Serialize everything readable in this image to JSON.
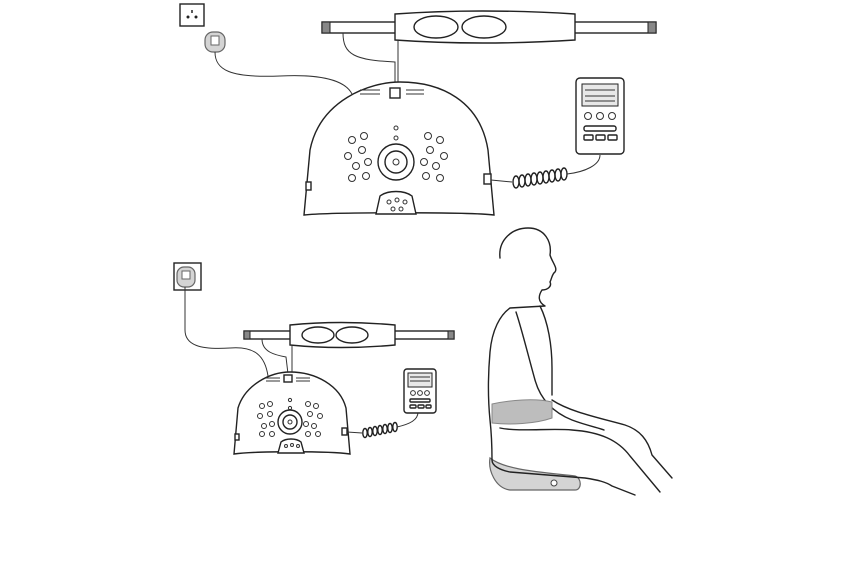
{
  "diagram": {
    "panels": [
      {
        "name": "setup-full",
        "shows": [
          "wall-outlet",
          "power-plug",
          "belt-pad",
          "base-unit",
          "coiled-cable",
          "remote-controller"
        ]
      },
      {
        "name": "setup-small",
        "shows": [
          "wall-outlet",
          "power-plug",
          "belt-pad",
          "base-unit",
          "coiled-cable",
          "remote-controller"
        ]
      },
      {
        "name": "usage",
        "shows": [
          "seated-person",
          "belt-pad-on-back",
          "seat-cushion"
        ]
      }
    ]
  },
  "colors": {
    "line": "#222222",
    "belt_fill": "#bdbdbd",
    "cushion_fill": "#d4d4d4",
    "background": "#ffffff"
  }
}
